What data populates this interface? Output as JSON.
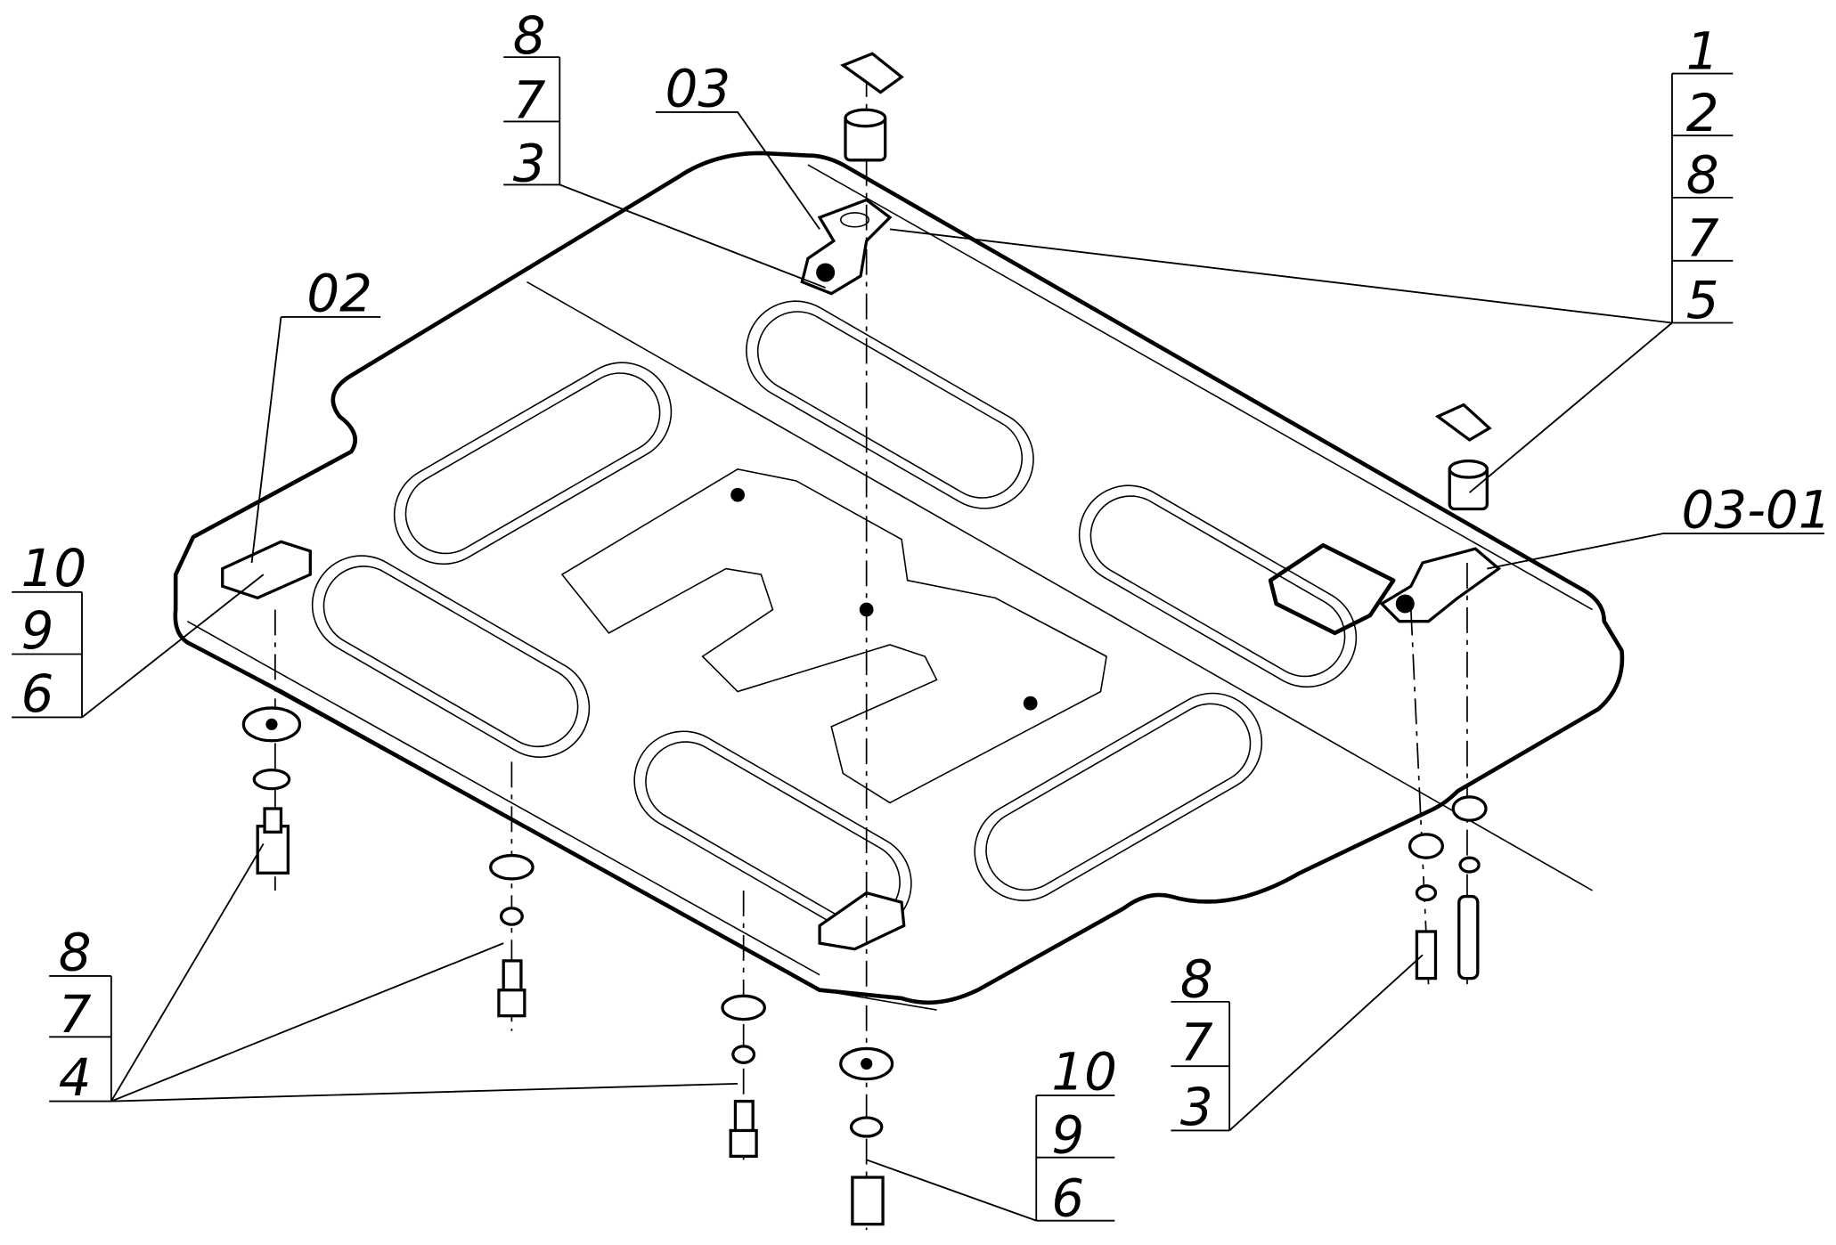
{
  "drawing": {
    "callouts": {
      "top_center_stack": [
        "8",
        "7",
        "3"
      ],
      "part_03": "03",
      "top_right_stack": [
        "1",
        "2",
        "8",
        "7",
        "5"
      ],
      "part_02": "02",
      "left_stack": [
        "10",
        "9",
        "6"
      ],
      "part_03_01": "03-01",
      "bottom_left_stack": [
        "8",
        "7",
        "4"
      ],
      "bottom_right_stack": [
        "8",
        "7",
        "3"
      ],
      "bottom_center_stack": [
        "10",
        "9",
        "6"
      ]
    }
  }
}
